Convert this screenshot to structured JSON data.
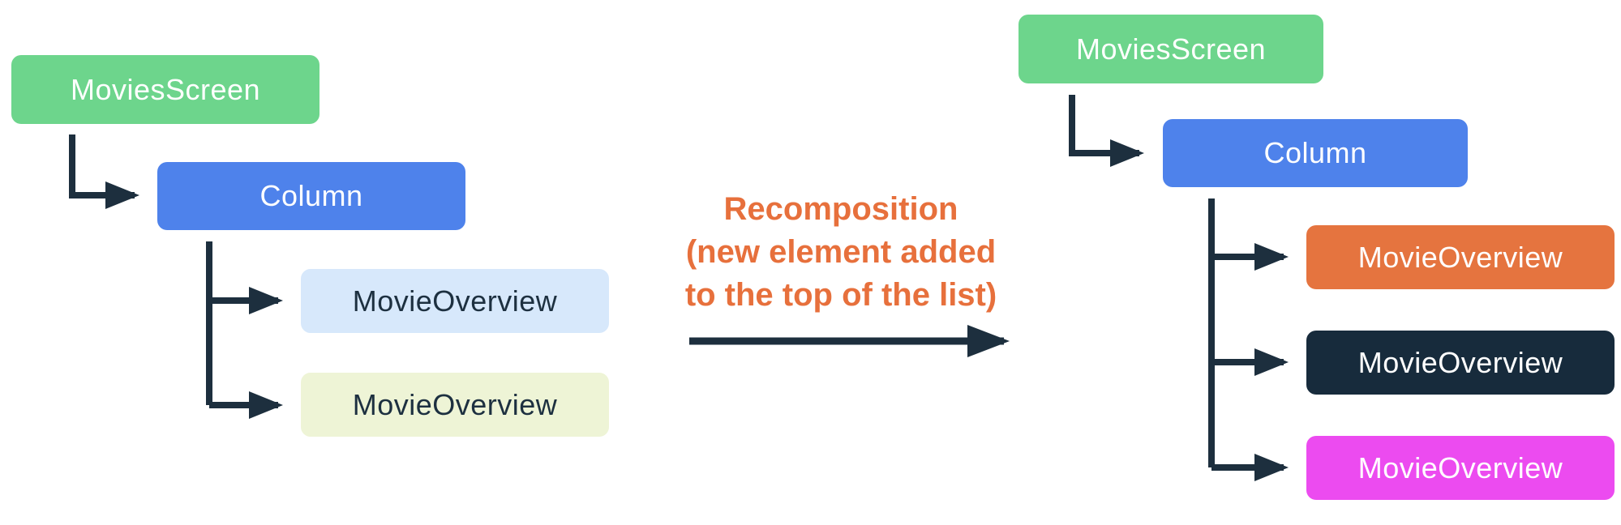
{
  "diagram": {
    "before_tree": {
      "screen": "MoviesScreen",
      "column": "Column",
      "items": [
        "MovieOverview",
        "MovieOverview"
      ]
    },
    "transition": {
      "line1": "Recomposition",
      "line2": "(new element added",
      "line3": "to the top of the list)"
    },
    "after_tree": {
      "screen": "MoviesScreen",
      "column": "Column",
      "items": [
        "MovieOverview",
        "MovieOverview",
        "MovieOverview"
      ]
    },
    "colors": {
      "movies_screen_bg": "#6DD58C",
      "column_bg": "#4E82EB",
      "item_before_1_bg": "#D7E8FB",
      "item_before_2_bg": "#EEF4D6",
      "item_after_new_bg": "#E5743F",
      "item_after_2_bg": "#172B3C",
      "item_after_3_bg": "#EC4BF0",
      "dark_item_text": "#1D3040",
      "transition_text": "#E7703C",
      "connector": "#1D2F3E"
    }
  }
}
